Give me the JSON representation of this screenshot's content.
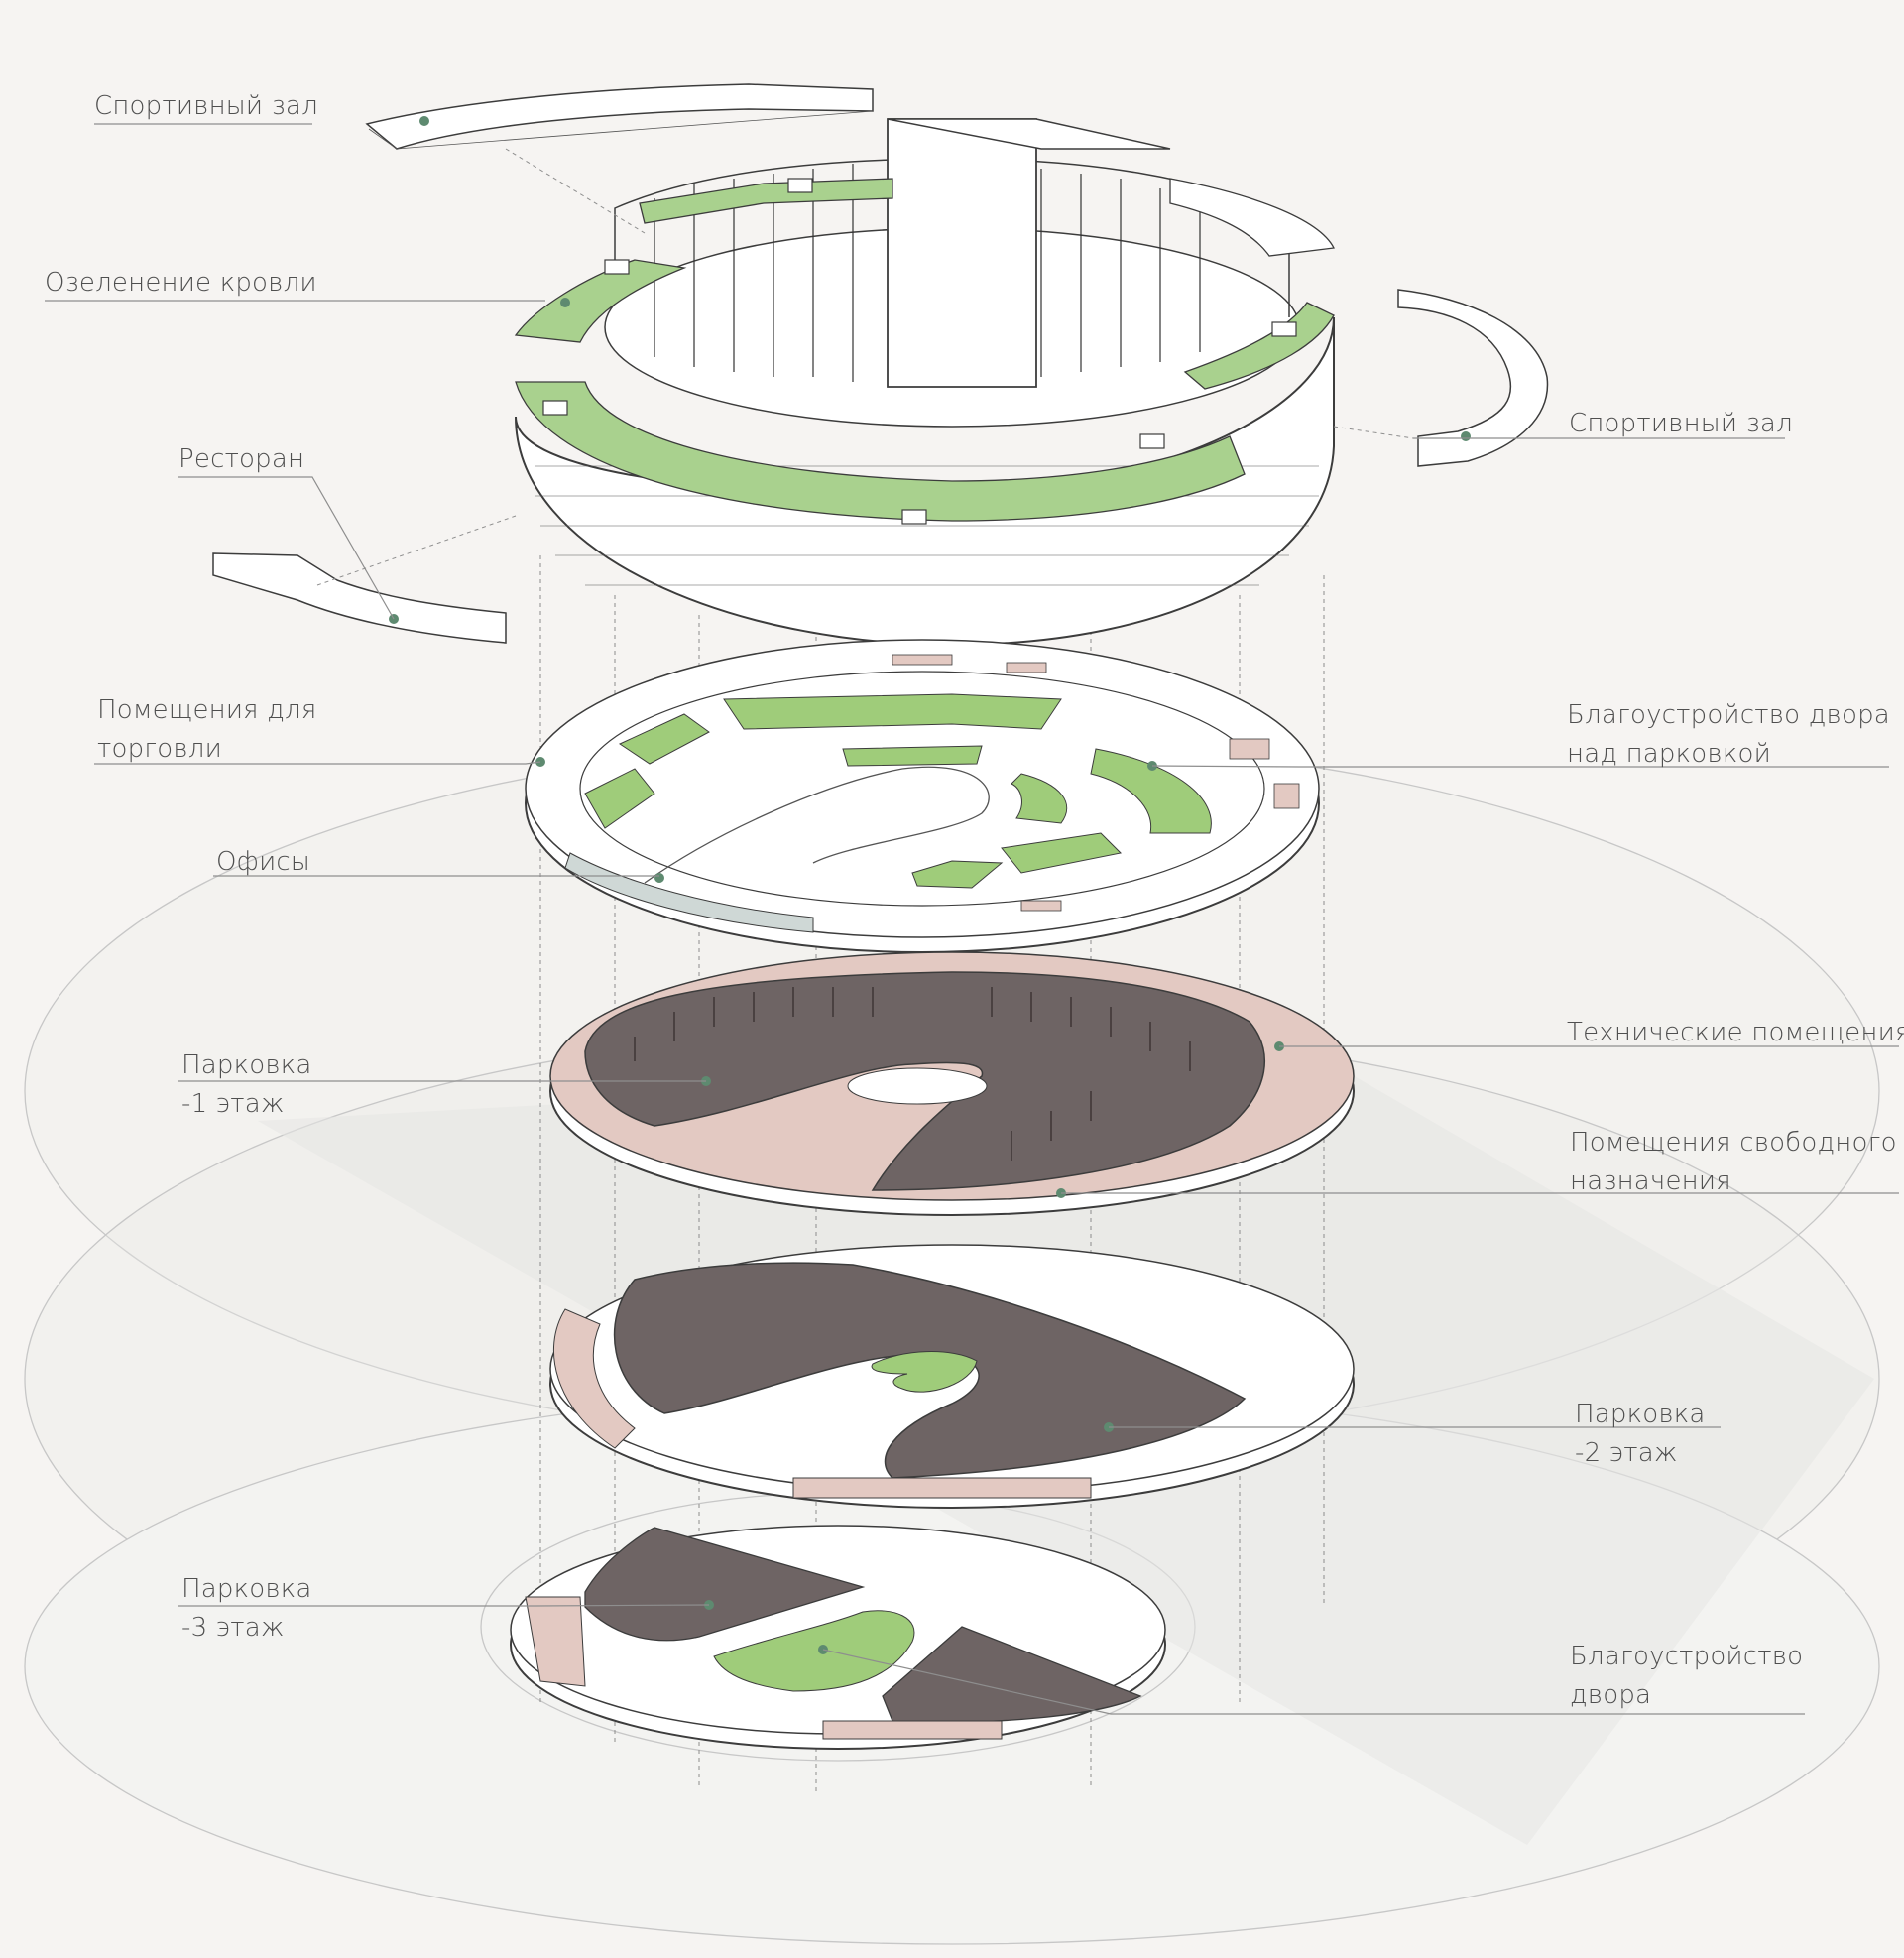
{
  "labels": {
    "gym_top": "Спортивный зал",
    "roof_greening": "Озеленение кровли",
    "restaurant": "Ресторан",
    "retail_line1": "Помещения для",
    "retail_line2": "торговли",
    "offices": "Офисы",
    "parking_1_line1": "Парковка",
    "parking_1_line2": "-1 этаж",
    "parking_3_line1": "Парковка",
    "parking_3_line2": "-3 этаж",
    "gym_right": "Спортивный зал",
    "courtyard_parking_line1": "Благоустройство двора",
    "courtyard_parking_line2": "над парковкой",
    "technical": "Технические помещения",
    "free_use_line1": "Помещения свободного",
    "free_use_line2": "назначения",
    "parking_2_line1": "Парковка",
    "parking_2_line2": "-2 этаж",
    "courtyard_line1": "Благоустройство",
    "courtyard_line2": "двора"
  },
  "colors": {
    "background": "#f6f4f2",
    "roof_green": "#a9d18e",
    "landscape_green": "#9fcc7a",
    "parking_dark": "#6e6464",
    "service_pink": "#e3c9c2",
    "line_dark": "#3c3c3c",
    "ground_shadow": "#e8e8e6",
    "marker_dot": "#5e8a70"
  }
}
